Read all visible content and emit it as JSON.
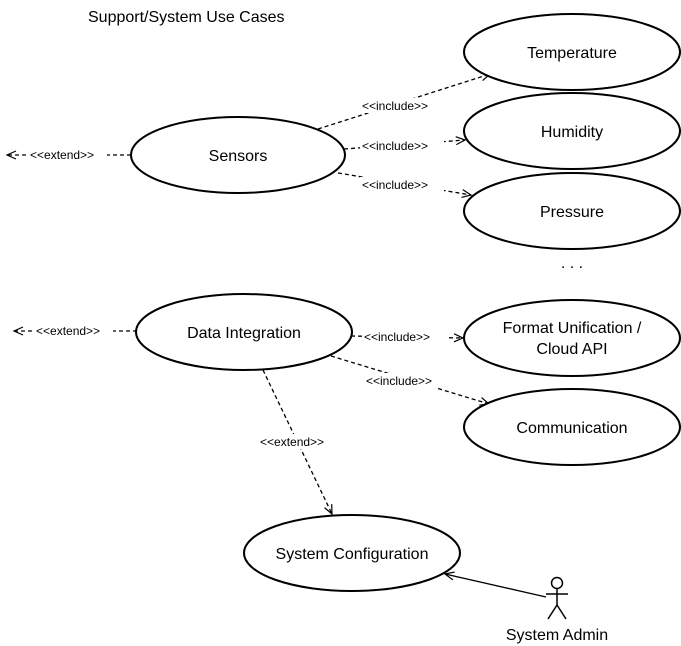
{
  "diagram": {
    "title": "Support/System Use Cases",
    "use_cases": {
      "sensors": "Sensors",
      "temperature": "Temperature",
      "humidity": "Humidity",
      "pressure": "Pressure",
      "data_integration": "Data Integration",
      "format_unification_line1": "Format Unification /",
      "format_unification_line2": "Cloud API",
      "communication": "Communication",
      "system_configuration": "System Configuration"
    },
    "actor": "System Admin",
    "ellipsis": ". . .",
    "relations": {
      "include": "<<include>>",
      "extend": "<<extend>>"
    }
  }
}
